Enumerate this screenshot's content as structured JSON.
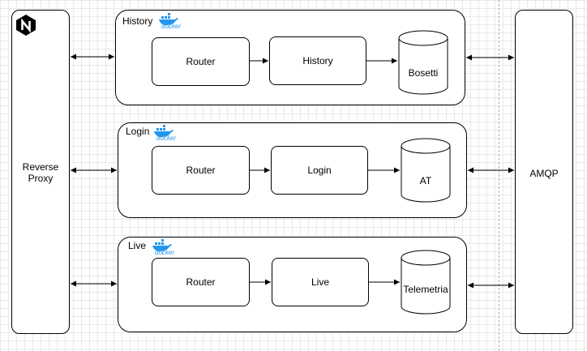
{
  "proxy": {
    "label": "Reverse\nProxy",
    "logo": "nginx-logo"
  },
  "amqp": {
    "label": "AMQP"
  },
  "services": [
    {
      "id": "history",
      "title": "History",
      "router": "Router",
      "handler": "History",
      "db": "Bosetti",
      "badge": "docker"
    },
    {
      "id": "login",
      "title": "Login",
      "router": "Router",
      "handler": "Login",
      "db": "AT",
      "badge": "docker"
    },
    {
      "id": "live",
      "title": "Live",
      "router": "Router",
      "handler": "Live",
      "db": "Telemetria",
      "badge": "docker"
    }
  ],
  "colors": {
    "line": "#000000",
    "grid": "#e9e9e9",
    "docker_blue": "#2496ed"
  }
}
